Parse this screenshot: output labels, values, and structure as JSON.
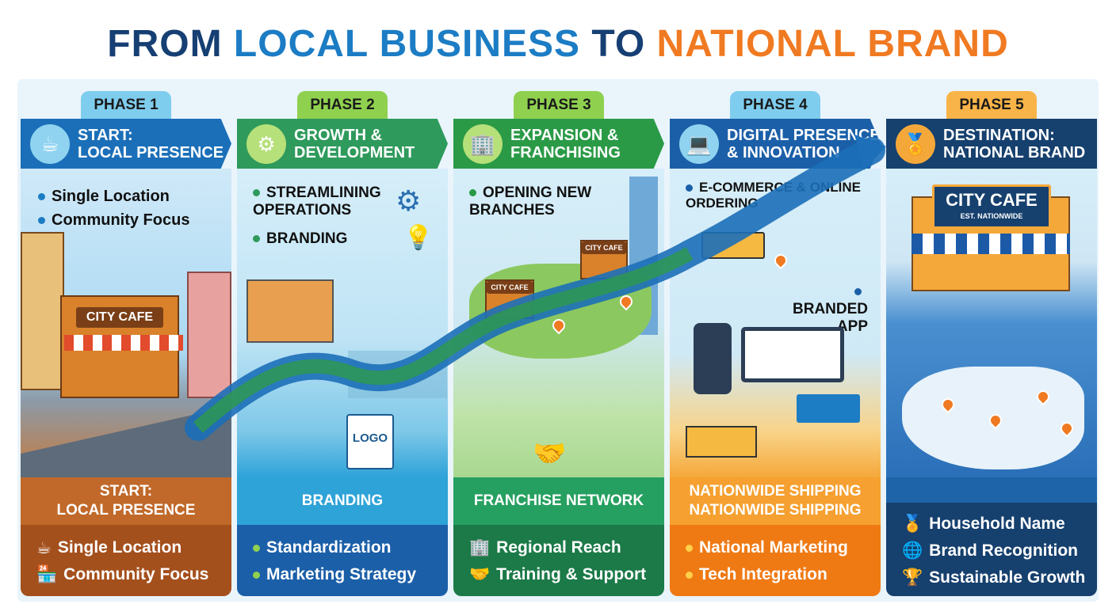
{
  "title": {
    "part1": "FROM ",
    "part2": "LOCAL BUSINESS ",
    "part3": "TO ",
    "part4": "NATIONAL BRAND"
  },
  "colors": {
    "navy": "#163f73",
    "blue": "#1c7cc4",
    "orange": "#f07a22",
    "green": "#2e9a4b"
  },
  "phases": [
    {
      "tab": "PHASE 1",
      "heading1": "START:",
      "heading2": "LOCAL PRESENCE",
      "icon": "coffee-cup-icon",
      "bullets": [
        "Single Location",
        "Community Focus"
      ],
      "sign": "CITY CAFE",
      "mid1": "START:",
      "mid2": "LOCAL PRESENCE",
      "bottom": [
        {
          "icon": "coffee-cup-icon",
          "text": "Single Location"
        },
        {
          "icon": "storefront-icon",
          "text": "Community Focus"
        }
      ]
    },
    {
      "tab": "PHASE 2",
      "heading1": "GROWTH &",
      "heading2": "DEVELOPMENT",
      "icon": "gear-check-icon",
      "bullets": [
        "STREAMLINING OPERATIONS",
        "BRANDING"
      ],
      "logo": "LOGO",
      "mid1": "BRANDING",
      "bottom": [
        {
          "icon": "bullet",
          "text": "Standardization"
        },
        {
          "icon": "bullet",
          "text": "Marketing Strategy"
        }
      ]
    },
    {
      "tab": "PHASE 3",
      "heading1": "EXPANSION &",
      "heading2": "FRANCHISING",
      "icon": "office-building-icon",
      "bullets": [
        "OPENING NEW BRANCHES"
      ],
      "sign": "CITY CAFE",
      "mid1": "FRANCHISE NETWORK",
      "bottom": [
        {
          "icon": "buildings-icon",
          "text": "Regional Reach"
        },
        {
          "icon": "handshake-icon",
          "text": "Training & Support"
        }
      ]
    },
    {
      "tab": "PHASE 4",
      "heading1": "DIGITAL PRESENCE",
      "heading2": "& INNOVATION",
      "icon": "laptop-icon",
      "bullets": [
        "E-COMMERCE & ONLINE ORDERING",
        "BRANDED APP"
      ],
      "mid1": "NATIONWIDE SHIPPING",
      "mid2": "NATIONWIDE SHIPPING",
      "bottom": [
        {
          "icon": "bullet",
          "text": "National Marketing"
        },
        {
          "icon": "bullet",
          "text": "Tech Integration"
        }
      ]
    },
    {
      "tab": "PHASE 5",
      "heading1": "DESTINATION:",
      "heading2": "NATIONAL BRAND",
      "icon": "award-ribbon-icon",
      "sign": "CITY CAFE",
      "sign_sub": "EST. NATIONWIDE",
      "bottom": [
        {
          "icon": "medal-icon",
          "text": "Household Name"
        },
        {
          "icon": "globe-icon",
          "text": "Brand Recognition"
        },
        {
          "icon": "trophy-icon",
          "text": "Sustainable Growth"
        }
      ]
    }
  ]
}
